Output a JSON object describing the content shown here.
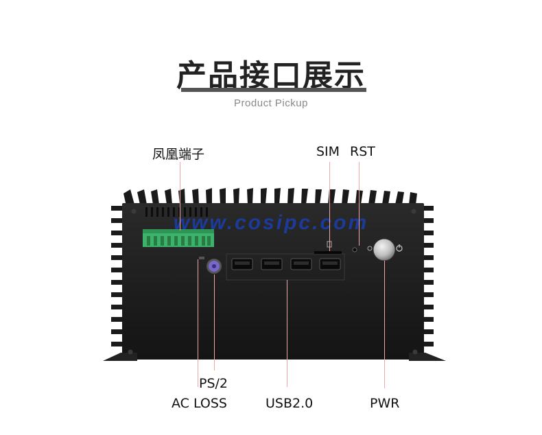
{
  "header": {
    "title": "产品接口展示",
    "subtitle": "Product Pickup"
  },
  "watermark": "www.cosipc.com",
  "labels": {
    "phoenix": "凤凰端子",
    "sim": "SIM",
    "rst": "RST",
    "ps2": "PS/2",
    "acloss": "AC LOSS",
    "usb": "USB2.0",
    "pwr": "PWR"
  },
  "colors": {
    "chassis": "#1c1c1c",
    "terminal": "#3cb36a",
    "leader": "#f3a6a6",
    "watermark": "#1a3fb0"
  }
}
